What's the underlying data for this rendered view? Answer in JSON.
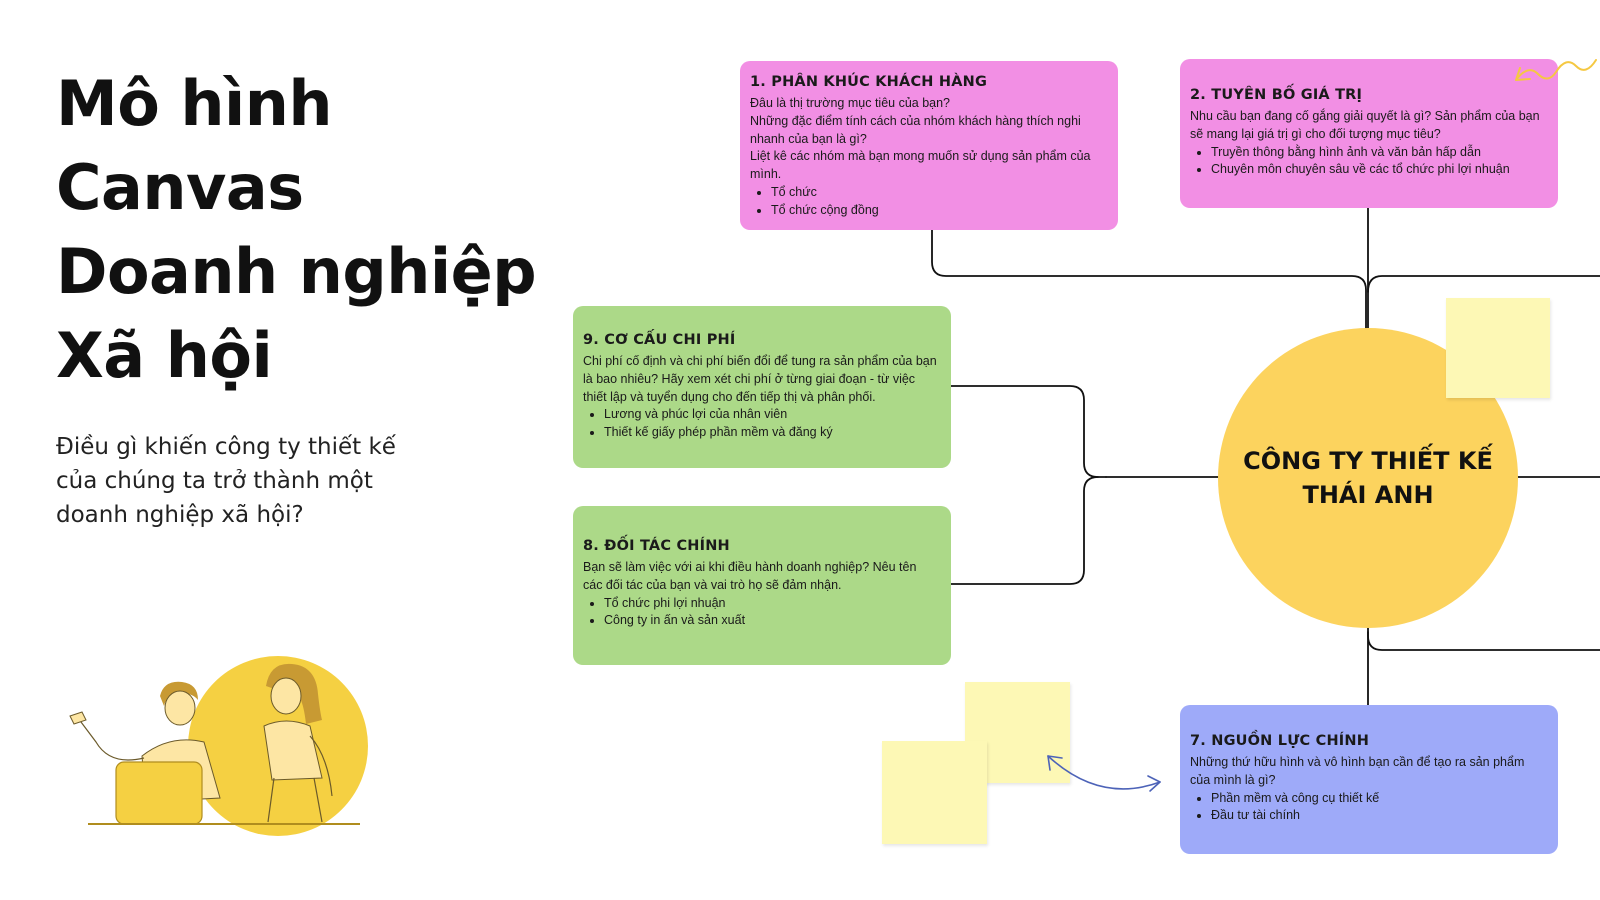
{
  "title_lines": [
    "Mô hình",
    "Canvas",
    "Doanh nghiệp",
    "Xã hội"
  ],
  "subtitle": "Điều gì khiến công ty thiết kế của chúng ta trở thành một doanh nghiệp xã hội?",
  "center": {
    "label": "CÔNG TY THIẾT KẾ THÁI ANH",
    "color": "#fcd35e"
  },
  "colors": {
    "pink": "#f28fe4",
    "green": "#acd988",
    "blue": "#9eaaf9",
    "sticky": "#fdf8b5",
    "accent_yellow": "#f5d042"
  },
  "cards": {
    "segments": {
      "title": "1. PHÂN KHÚC KHÁCH HÀNG",
      "lines": [
        "Đâu là thị trường mục tiêu của bạn?",
        "Những đặc điểm tính cách của nhóm khách hàng thích nghi nhanh của bạn là gì?",
        "Liệt kê các nhóm mà bạn mong muốn sử dụng sản phẩm của mình."
      ],
      "bullets": [
        "Tổ chức",
        "Tổ chức cộng đồng"
      ]
    },
    "value": {
      "title": "2. TUYÊN BỐ GIÁ TRỊ",
      "lines": [
        "Nhu cầu bạn đang cố gắng giải quyết là gì? Sản phẩm của bạn sẽ mang lại giá trị gì cho đối tượng mục tiêu?"
      ],
      "bullets": [
        "Truyền thông bằng hình ảnh và văn bản hấp dẫn",
        "Chuyên môn chuyên sâu về các tổ chức phi lợi nhuận"
      ]
    },
    "costs": {
      "title": "9. CƠ CẤU CHI PHÍ",
      "lines": [
        "Chi phí cố định và chi phí biến đổi để tung ra sản phẩm của bạn là bao nhiêu? Hãy xem xét chi phí ở từng giai đoạn - từ việc thiết lập và tuyển dụng cho đến tiếp thị và phân phối."
      ],
      "bullets": [
        "Lương và phúc lợi của nhân viên",
        "Thiết kế giấy phép phần mềm và đăng ký"
      ]
    },
    "partners": {
      "title": "8. ĐỐI TÁC CHÍNH",
      "lines": [
        "Bạn sẽ làm việc với ai khi điều hành doanh nghiệp? Nêu tên các đối tác của bạn và vai trò họ sẽ đảm nhận."
      ],
      "bullets": [
        "Tổ chức phi lợi nhuận",
        "Công ty in ấn và sản xuất"
      ]
    },
    "resources": {
      "title": "7. NGUỒN LỰC CHÍNH",
      "lines": [
        "Những thứ hữu hình và vô hình bạn cần để tạo ra sản phẩm của mình là gì?"
      ],
      "bullets": [
        "Phần mềm và công cụ thiết kế",
        "Đầu tư tài chính"
      ]
    }
  },
  "icons": {
    "illustration": "two-people-laptop-illustration",
    "doodle": "squiggle-arrow-icon",
    "curved_arrow": "double-headed-curved-arrow-icon"
  }
}
